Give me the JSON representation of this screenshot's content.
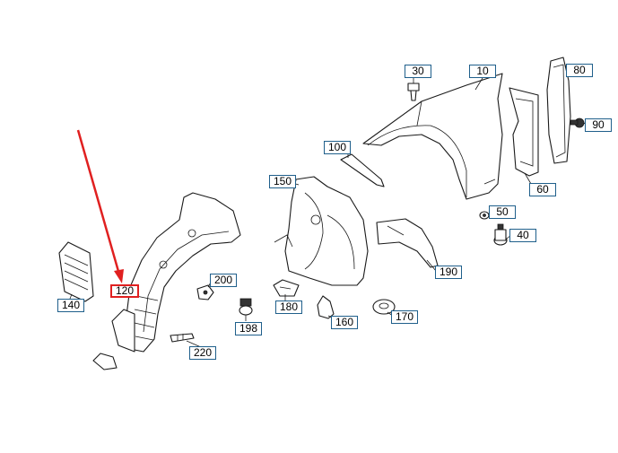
{
  "diagram": {
    "labels": {
      "p10": "10",
      "p30": "30",
      "p40": "40",
      "p50": "50",
      "p60": "60",
      "p80": "80",
      "p90": "90",
      "p100": "100",
      "p120": "120",
      "p140": "140",
      "p150": "150",
      "p160": "160",
      "p170": "170",
      "p180": "180",
      "p190": "190",
      "p198": "198",
      "p200": "200",
      "p220": "220"
    },
    "highlighted_part": "120",
    "colors": {
      "label_border": "#1f5f8b",
      "highlight": "#e02020",
      "line": "#1a1a1a"
    }
  }
}
